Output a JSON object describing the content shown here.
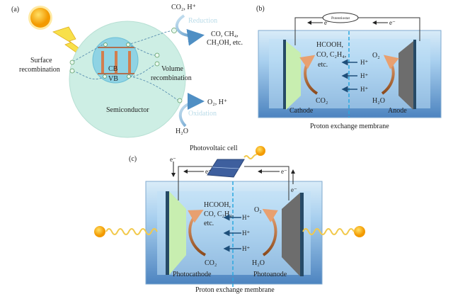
{
  "panel_a": {
    "label": "(a)",
    "surface_recombination": [
      "Surface",
      "recombination"
    ],
    "volume_recombination": [
      "Volume",
      "recombination"
    ],
    "cb": "CB",
    "vb": "VB",
    "semiconductor": "Semiconductor",
    "reactants_top": "CO₂, H⁺",
    "reduction": "Reduction",
    "products_top": [
      "CO, CH₄,",
      "CH₃OH, etc."
    ],
    "products_bottom": "O₂, H⁺",
    "oxidation": "Oxidation",
    "reactant_bottom": "H₂O"
  },
  "panel_b": {
    "label": "(b)",
    "potentiostat": "Potentiostat",
    "electron_left": "e⁻",
    "electron_right": "e⁻",
    "products": [
      "HCOOH,",
      "CO, C₂H₄,",
      "etc."
    ],
    "protons": [
      "H⁺",
      "H⁺",
      "H⁺"
    ],
    "o2": "O₂",
    "co2": "CO₂",
    "h2o": "H₂O",
    "cathode": "Cathode",
    "anode": "Anode",
    "membrane": "Proton exchange membrane"
  },
  "panel_c": {
    "label": "(c)",
    "pv_cell": "Photovoltaic cell",
    "electron_left_vertical": "e⁻",
    "electron_left": "e⁻",
    "electron_right": "e⁻",
    "electron_right_vertical": "e⁻",
    "products": [
      "HCOOH,",
      "CO, C₂H₄,",
      "etc."
    ],
    "protons": [
      "H⁺",
      "H⁺",
      "H⁺"
    ],
    "o2": "O₂",
    "co2": "CO₂",
    "h2o": "H₂O",
    "photocathode": "Photocathode",
    "photoanode": "Photoanode",
    "membrane": "Proton exchange membrane"
  },
  "colors": {
    "tank": "#4f86b8",
    "cathode": "#c8eeb0",
    "anode": "#6d6d6d",
    "membrane": "#2aa8e0",
    "arrow": "#c9824a",
    "sun": "#f7b500"
  }
}
